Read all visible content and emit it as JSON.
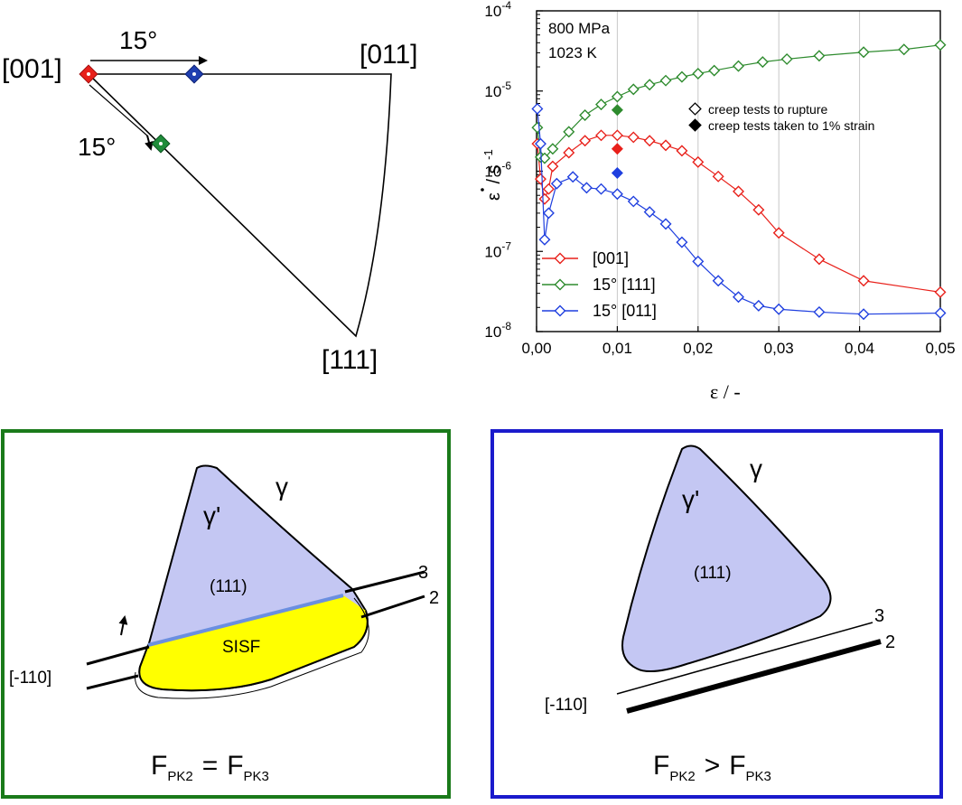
{
  "stereo": {
    "corners": [
      "[001]",
      "[011]",
      "[111]"
    ],
    "angle_top": "15°",
    "angle_diag": "15°",
    "marker_colors": {
      "red": "#e8201a",
      "blue": "#1f3fb0",
      "green": "#1f8c3a"
    }
  },
  "chart_data": {
    "type": "scatter",
    "annotation_stress": "800 MPa",
    "annotation_temp": "1023 K",
    "xlabel": "ε / -",
    "ylabel_main": "ε",
    "ylabel_unit": "/ s",
    "ylabel_exp": "-1",
    "y_scale": "log",
    "xlim": [
      0,
      0.05
    ],
    "ylim": [
      1e-08,
      0.0001
    ],
    "x_ticks": [
      "0,00",
      "0,01",
      "0,02",
      "0,03",
      "0,04",
      "0,05"
    ],
    "y_ticks": [
      {
        "base": "10",
        "exp": "-8",
        "value": 1e-08
      },
      {
        "base": "10",
        "exp": "-7",
        "value": 1e-07
      },
      {
        "base": "10",
        "exp": "-6",
        "value": 1e-06
      },
      {
        "base": "10",
        "exp": "-5",
        "value": 1e-05
      },
      {
        "base": "10",
        "exp": "-4",
        "value": 0.0001
      }
    ],
    "grid": "vertical",
    "marker_legend": {
      "open": "creep tests to rupture",
      "filled": "creep tests taken to 1% strain"
    },
    "legend_position": "bottom-left",
    "series": [
      {
        "name": "[001]",
        "color": "#e8201a",
        "x": [
          0.0001,
          0.0005,
          0.001,
          0.0015,
          0.002,
          0.004,
          0.006,
          0.008,
          0.01,
          0.012,
          0.014,
          0.016,
          0.018,
          0.02,
          0.0225,
          0.025,
          0.0275,
          0.03,
          0.035,
          0.0405,
          0.05
        ],
        "y": [
          2.2e-06,
          8e-07,
          4.5e-07,
          6e-07,
          1.15e-06,
          1.7e-06,
          2.4e-06,
          2.8e-06,
          2.8e-06,
          2.65e-06,
          2.4e-06,
          2.1e-06,
          1.8e-06,
          1.3e-06,
          8.6e-07,
          5.6e-07,
          3.3e-07,
          1.7e-07,
          8e-08,
          4.3e-08,
          3.1e-08
        ],
        "filled": [
          {
            "x": 0.01,
            "y": 1.9e-06
          }
        ]
      },
      {
        "name": "15° [111]",
        "color": "#2e8b2e",
        "x": [
          0.0001,
          0.0005,
          0.001,
          0.002,
          0.004,
          0.006,
          0.008,
          0.01,
          0.012,
          0.014,
          0.016,
          0.018,
          0.02,
          0.022,
          0.025,
          0.028,
          0.031,
          0.035,
          0.0405,
          0.0455,
          0.05
        ],
        "y": [
          3.5e-06,
          1.5e-06,
          1.45e-06,
          1.9e-06,
          3.1e-06,
          5e-06,
          6.8e-06,
          8.5e-06,
          1.05e-05,
          1.2e-05,
          1.35e-05,
          1.5e-05,
          1.65e-05,
          1.8e-05,
          2.05e-05,
          2.3e-05,
          2.5e-05,
          2.75e-05,
          3.05e-05,
          3.3e-05,
          3.75e-05
        ],
        "filled": [
          {
            "x": 0.01,
            "y": 5.8e-06
          }
        ]
      },
      {
        "name": "15° [011]",
        "color": "#1f3fdf",
        "x": [
          0.0001,
          0.0005,
          0.001,
          0.0015,
          0.0025,
          0.0045,
          0.0062,
          0.008,
          0.01,
          0.012,
          0.014,
          0.016,
          0.018,
          0.02,
          0.0225,
          0.025,
          0.0275,
          0.03,
          0.035,
          0.0405,
          0.05
        ],
        "y": [
          6e-06,
          2.2e-06,
          1.4e-07,
          3e-07,
          7e-07,
          8.5e-07,
          6.2e-07,
          6e-07,
          5.2e-07,
          4.2e-07,
          3.1e-07,
          2.2e-07,
          1.3e-07,
          7.5e-08,
          4.3e-08,
          2.7e-08,
          2.1e-08,
          1.9e-08,
          1.75e-08,
          1.65e-08,
          1.7e-08
        ],
        "filled": [
          {
            "x": 0.01,
            "y": 9.5e-07
          }
        ]
      }
    ]
  },
  "panel_left": {
    "border_color": "#1a7a1a",
    "gamma": "γ",
    "gamma_prime": "γ'",
    "plane": "(111)",
    "fault": "SISF",
    "dir": "[-110]",
    "line_a": "3",
    "line_b": "2",
    "formula_f1": "F",
    "formula_s1": "PK2",
    "formula_op": "=",
    "formula_f2": "F",
    "formula_s2": "PK3"
  },
  "panel_right": {
    "border_color": "#1a1acc",
    "gamma": "γ",
    "gamma_prime": "γ'",
    "plane": "(111)",
    "dir": "[-110]",
    "line_a": "3",
    "line_b": "2",
    "formula_f1": "F",
    "formula_s1": "PK2",
    "formula_op": ">",
    "formula_f2": "F",
    "formula_s2": "PK3"
  }
}
